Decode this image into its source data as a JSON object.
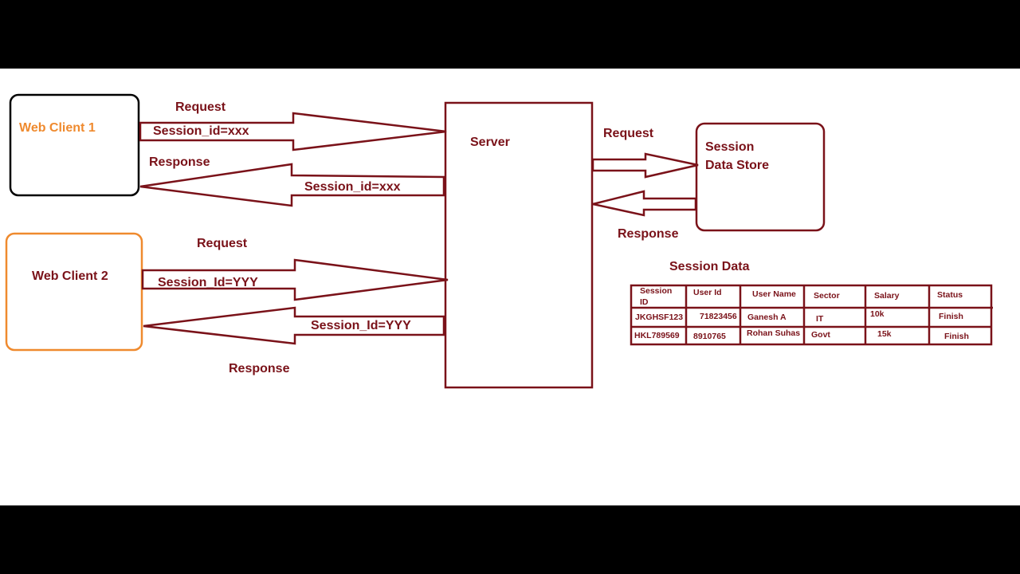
{
  "clients": {
    "client1": {
      "label": "Web Client 1"
    },
    "client2": {
      "label": "Web Client 2"
    }
  },
  "server": {
    "label": "Server"
  },
  "store": {
    "line1": "Session",
    "line2": "Data Store"
  },
  "flows": {
    "c1_request": "Request",
    "c1_request_payload": "Session_id=xxx",
    "c1_response": "Response",
    "c1_response_payload": "Session_id=xxx",
    "c2_request": "Request",
    "c2_request_payload": "Session_Id=YYY",
    "c2_response_payload": "Session_Id=YYY",
    "c2_response": "Response",
    "store_request": "Request",
    "store_response": "Response"
  },
  "table": {
    "title": "Session Data",
    "headers": [
      "Session",
      "ID",
      "User Id",
      "User Name",
      "Sector",
      "Salary",
      "Status"
    ],
    "rows": [
      [
        "JKGHSF123",
        "71823456",
        "Ganesh A",
        "IT",
        "10k",
        "Finish"
      ],
      [
        "HKL789569",
        "8910765",
        "Rohan Suhas",
        "Govt",
        "15k",
        "Finish"
      ]
    ]
  },
  "colors": {
    "maroon": "#7a1219",
    "orange": "#ef8a2e",
    "black": "#000000",
    "white": "#ffffff"
  }
}
